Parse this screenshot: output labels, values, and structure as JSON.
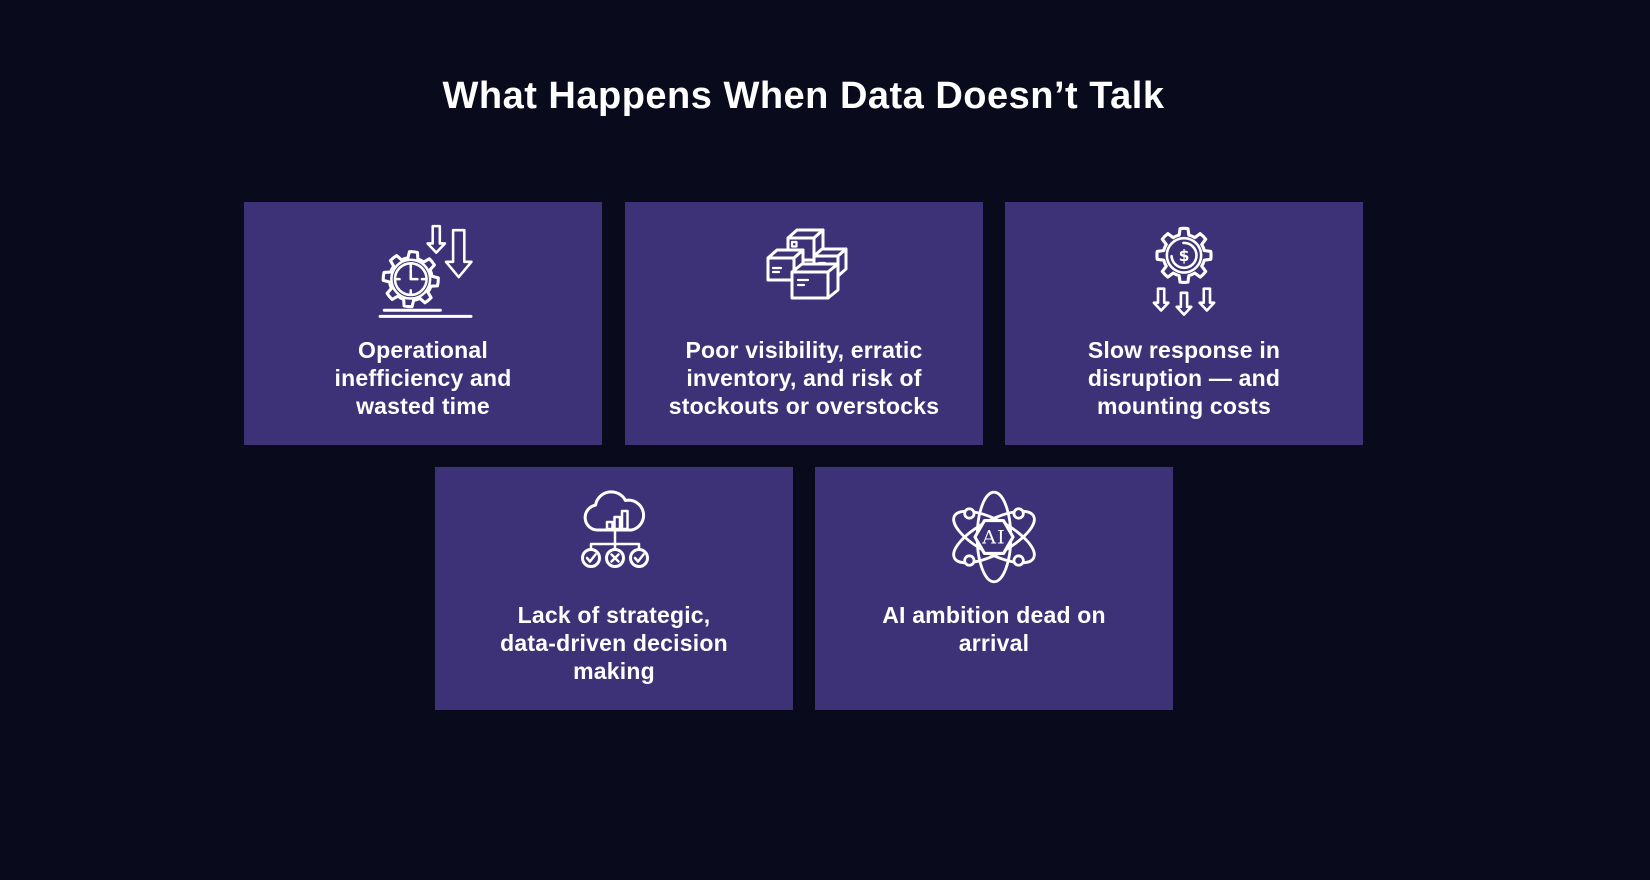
{
  "page": {
    "title": "What Happens When Data Doesn’t Talk",
    "background_color": "#090a1c",
    "card_color": "#3d3277",
    "text_color": "#ffffff"
  },
  "cards": [
    {
      "icon": "gear-clock-falling-arrows-icon",
      "label": "Operational\ninefficiency and\nwasted time"
    },
    {
      "icon": "inventory-boxes-icon",
      "label": "Poor visibility, erratic\ninventory, and risk of\nstockouts or overstocks"
    },
    {
      "icon": "gear-dollar-falling-arrows-icon",
      "icon_text": "$",
      "label": "Slow response in\ndisruption — and\nmounting costs"
    },
    {
      "icon": "cloud-analytics-decision-icon",
      "label": "Lack of strategic,\ndata-driven decision\nmaking"
    },
    {
      "icon": "ai-atom-icon",
      "icon_text": "AI",
      "label": "AI ambition dead on\narrival"
    }
  ]
}
